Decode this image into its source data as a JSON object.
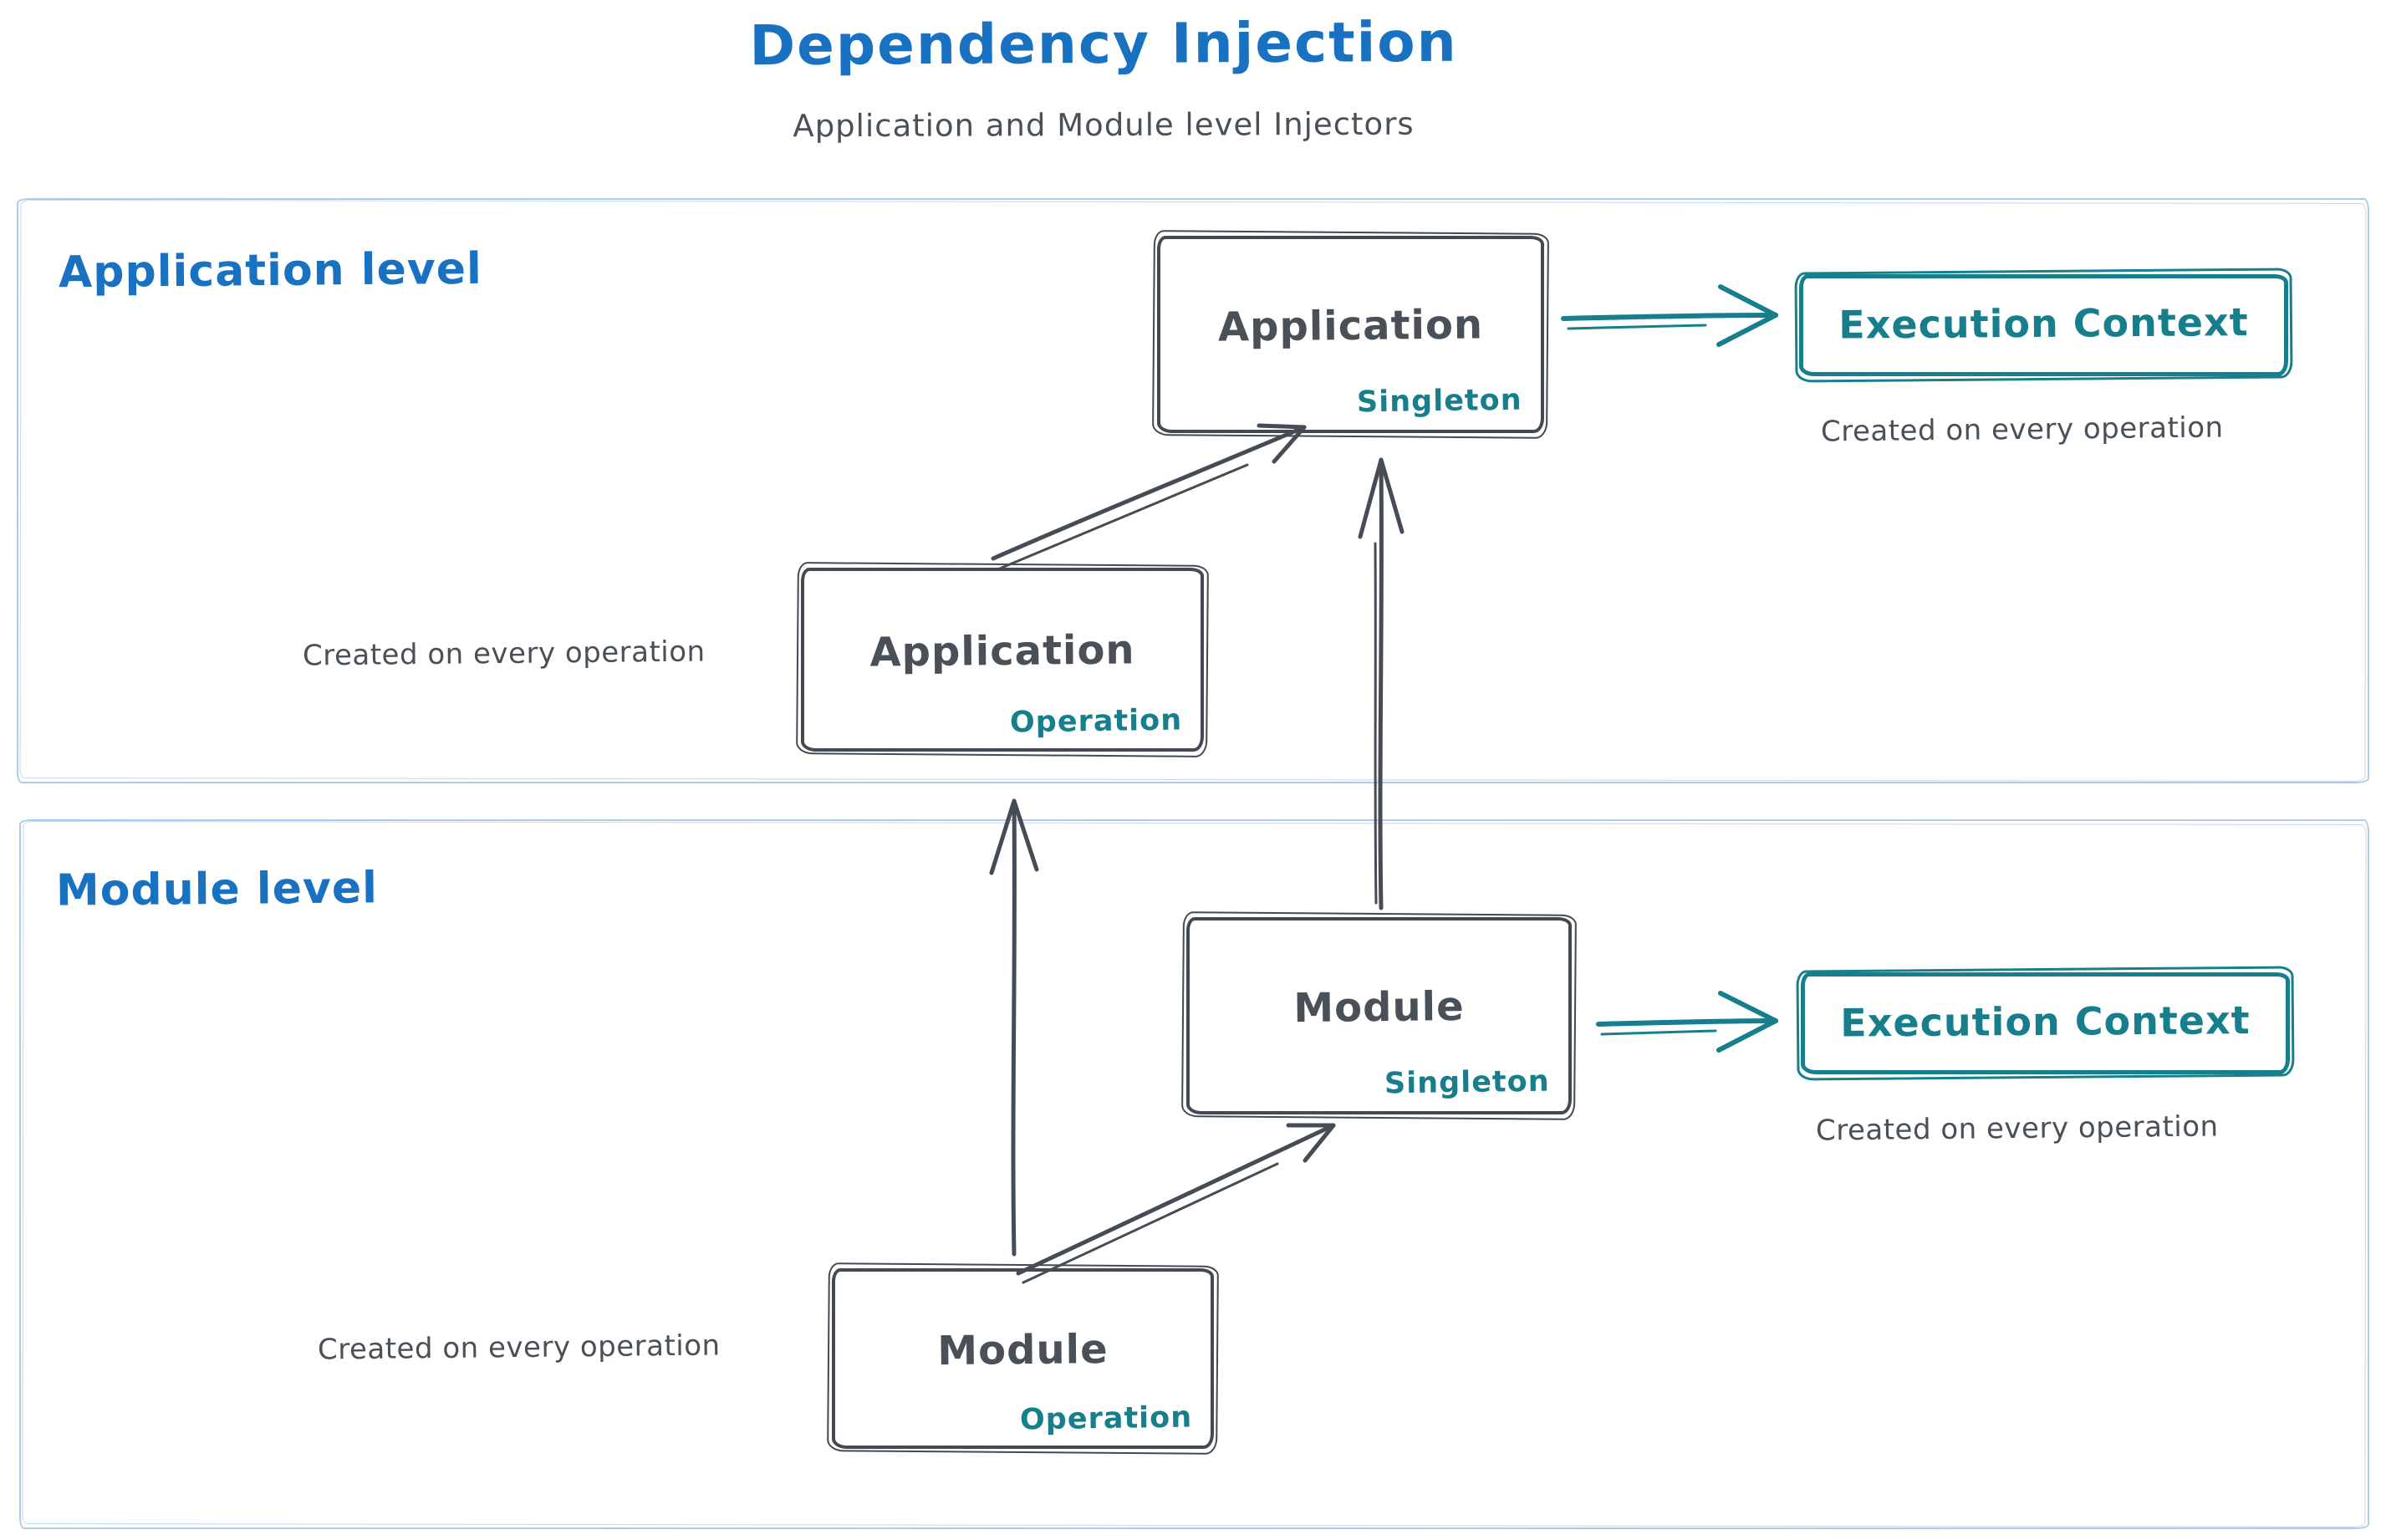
{
  "title": "Dependency Injection",
  "subtitle": "Application and Module level Injectors",
  "colors": {
    "accent_blue": "#1971c2",
    "stroke_dark": "#454c54",
    "text_dark": "#495057",
    "accent_teal": "#177f8c",
    "container_border": "#aecbe9",
    "background": "#ffffff"
  },
  "application_section": {
    "label": "Application level",
    "singleton_box": {
      "title": "Application",
      "scope": "Singleton"
    },
    "operation_box": {
      "title": "Application",
      "scope": "Operation"
    },
    "operation_note": "Created on every operation",
    "execution_context_box": {
      "title": "Execution Context"
    },
    "execution_note": "Created on every operation"
  },
  "module_section": {
    "label": "Module level",
    "singleton_box": {
      "title": "Module",
      "scope": "Singleton"
    },
    "operation_box": {
      "title": "Module",
      "scope": "Operation"
    },
    "operation_note": "Created on every operation",
    "execution_context_box": {
      "title": "Execution Context"
    },
    "execution_note": "Created on every operation"
  }
}
